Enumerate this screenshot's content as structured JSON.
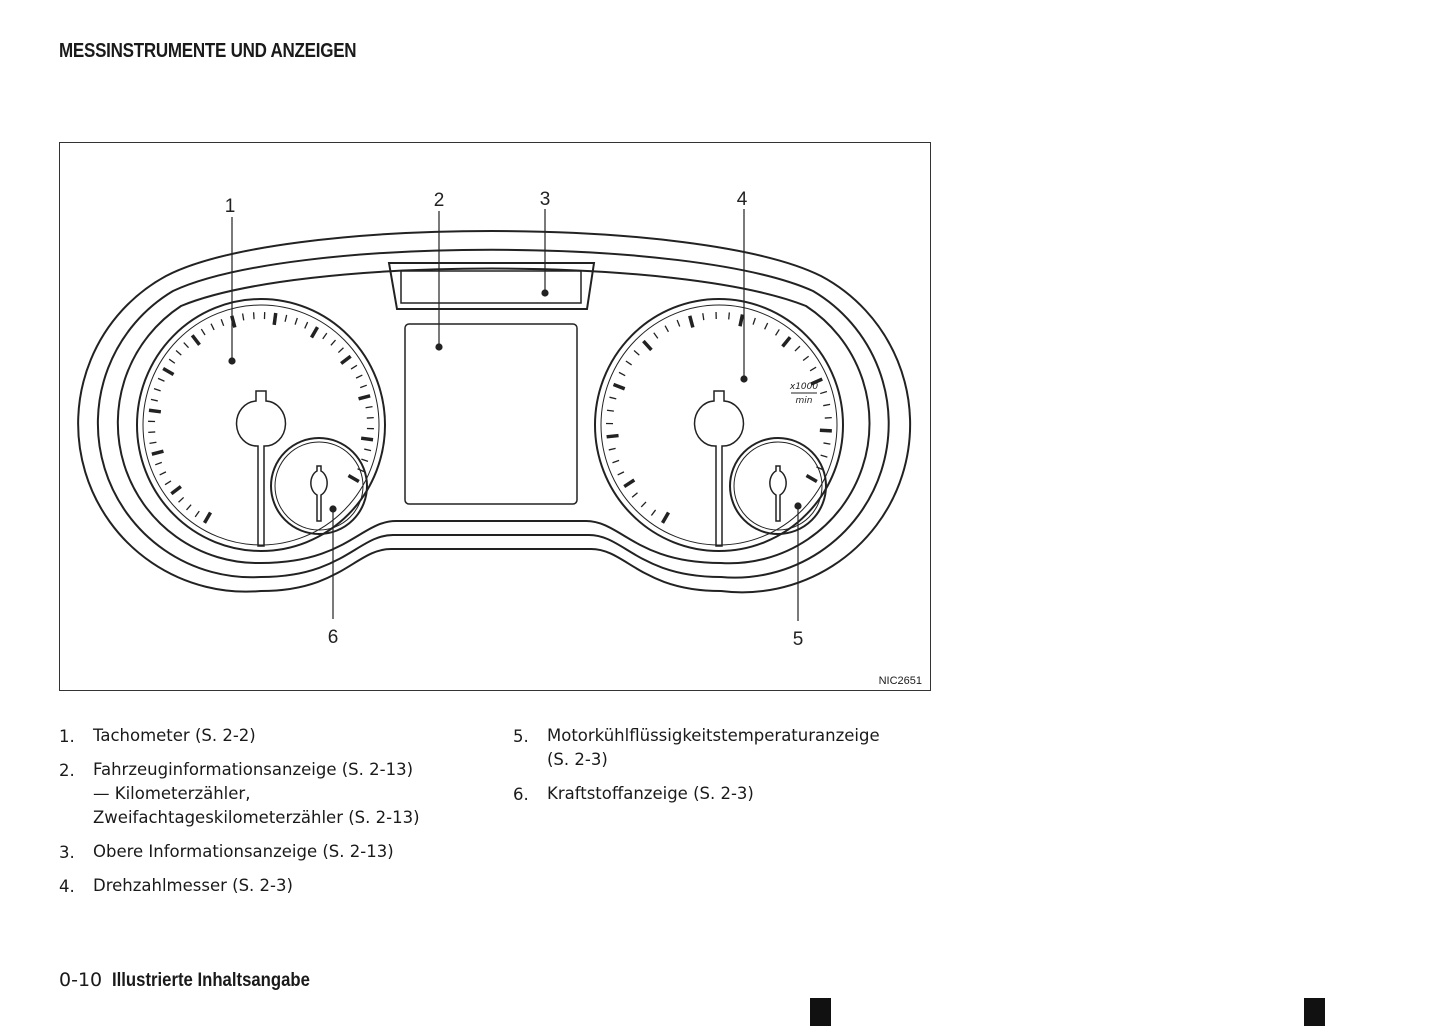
{
  "header": {
    "title": "MESSINSTRUMENTE UND ANZEIGEN"
  },
  "figure": {
    "id": "NIC2651",
    "callouts": [
      "1",
      "2",
      "3",
      "4",
      "5",
      "6"
    ],
    "tach_unit_top": "x1000",
    "tach_unit_bottom": "min"
  },
  "items_left": [
    {
      "num": "1.",
      "lines": [
        "Tachometer (S. 2-2)"
      ]
    },
    {
      "num": "2.",
      "lines": [
        "Fahrzeuginformationsanzeige (S. 2-13)",
        "— Kilometerzähler,",
        "Zweifachtageskilometerzähler (S. 2-13)"
      ]
    },
    {
      "num": "3.",
      "lines": [
        "Obere Informationsanzeige (S. 2-13)"
      ]
    },
    {
      "num": "4.",
      "lines": [
        "Drehzahlmesser (S. 2-3)"
      ]
    }
  ],
  "items_right": [
    {
      "num": "5.",
      "lines": [
        "Motorkühlflüssigkeitstemperaturanzeige",
        "(S. 2-3)"
      ]
    },
    {
      "num": "6.",
      "lines": [
        "Kraftstoffanzeige (S. 2-3)"
      ]
    }
  ],
  "footer": {
    "page": "0-10",
    "section": "Illustrierte Inhaltsangabe"
  }
}
